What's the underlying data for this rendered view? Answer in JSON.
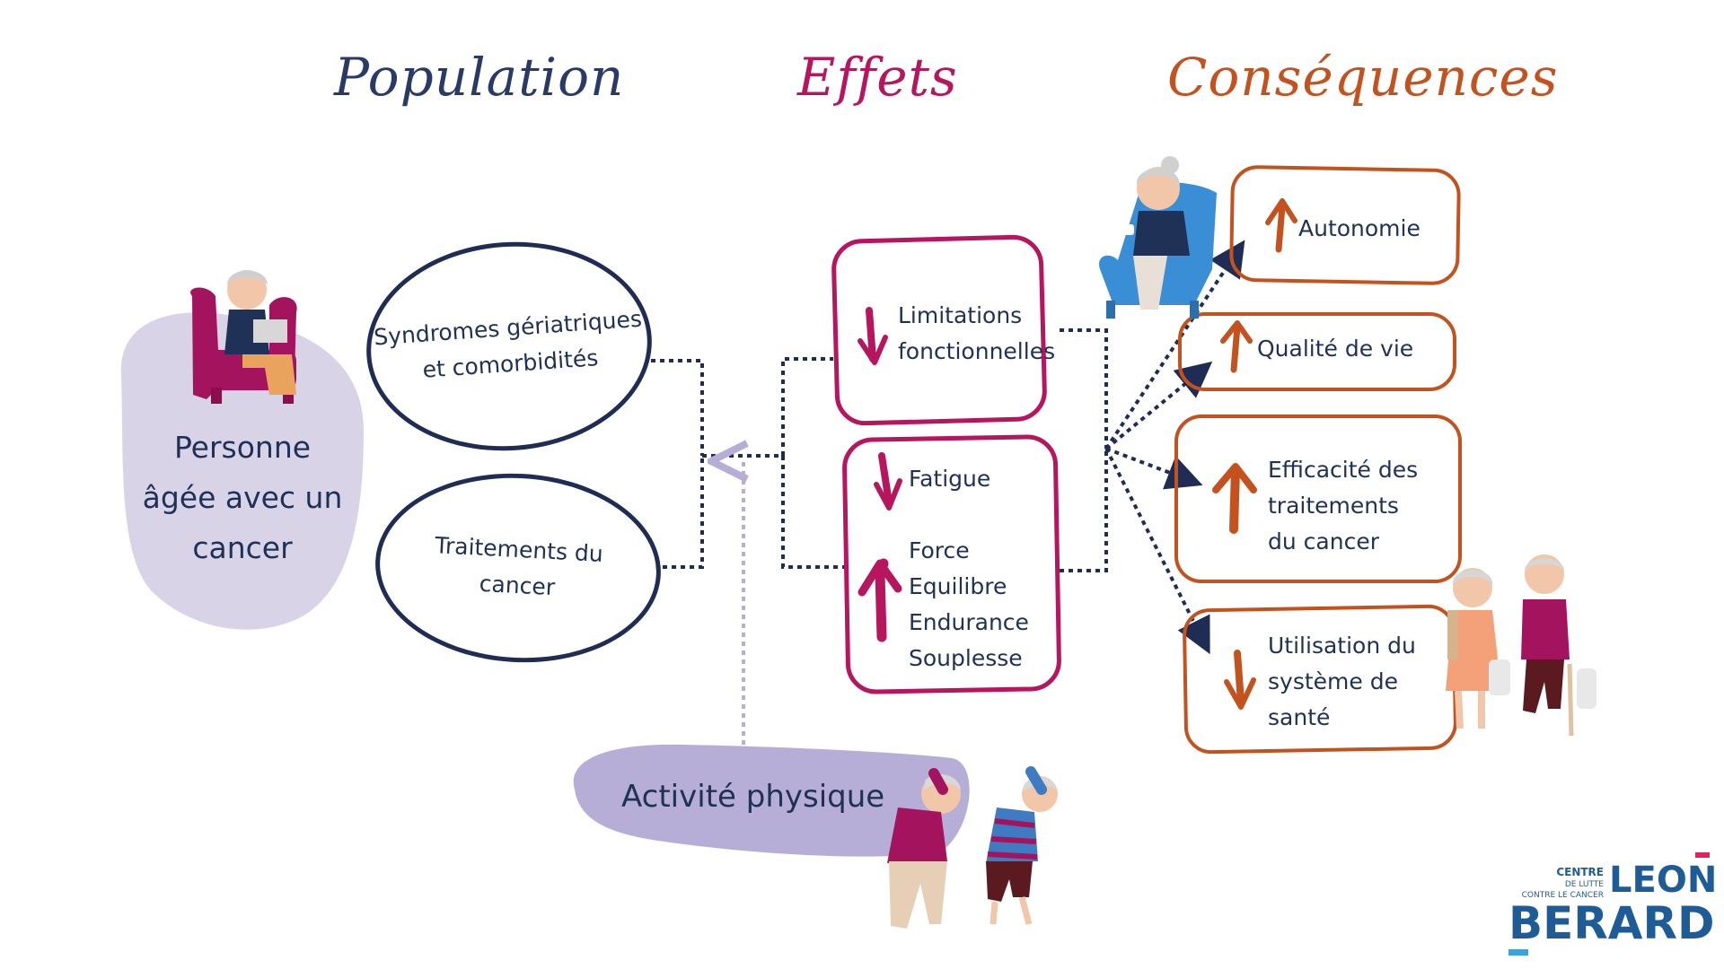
{
  "headings": {
    "population": "Population",
    "effets": "Effets",
    "consequences": "Conséquences"
  },
  "colors": {
    "navy": "#1f2d55",
    "magenta": "#b7155e",
    "orange": "#c4521e",
    "lavender": "#d9d3e8",
    "lavender_dark": "#b6aed6",
    "logo_blue": "#1e5c97",
    "logo_pink": "#e0245e"
  },
  "population": {
    "person": [
      "Personne",
      "âgée avec un",
      "cancer"
    ],
    "syndromes": [
      "Syndromes gériatriques",
      "et comorbidités"
    ],
    "treatments": [
      "Traitements du",
      "cancer"
    ]
  },
  "effects": {
    "limitations": [
      "Limitations",
      "fonctionnelles"
    ],
    "fatigue": "Fatigue",
    "gains": [
      "Force",
      "Equilibre",
      "Endurance",
      "Souplesse"
    ],
    "arrow_icons": [
      "arrow-down-icon",
      "arrow-down-icon",
      "arrow-up-icon"
    ]
  },
  "consequences": {
    "autonomie": "Autonomie",
    "qualite": "Qualité de vie",
    "efficacite": [
      "Efficacité des",
      "traitements",
      "du cancer"
    ],
    "utilisation": [
      "Utilisation du",
      "système de",
      "santé"
    ]
  },
  "activity": "Activité physique",
  "logo": {
    "centre": "CENTRE",
    "de_lutte": "DE LUTTE",
    "contre": "CONTRE LE CANCER",
    "leon": "LEON",
    "berard": "BERARD"
  },
  "illustrations": [
    "elderly-woman-armchair-laptop",
    "elderly-woman-armchair-tea",
    "elderly-couple-walking",
    "elderly-people-stretching"
  ]
}
